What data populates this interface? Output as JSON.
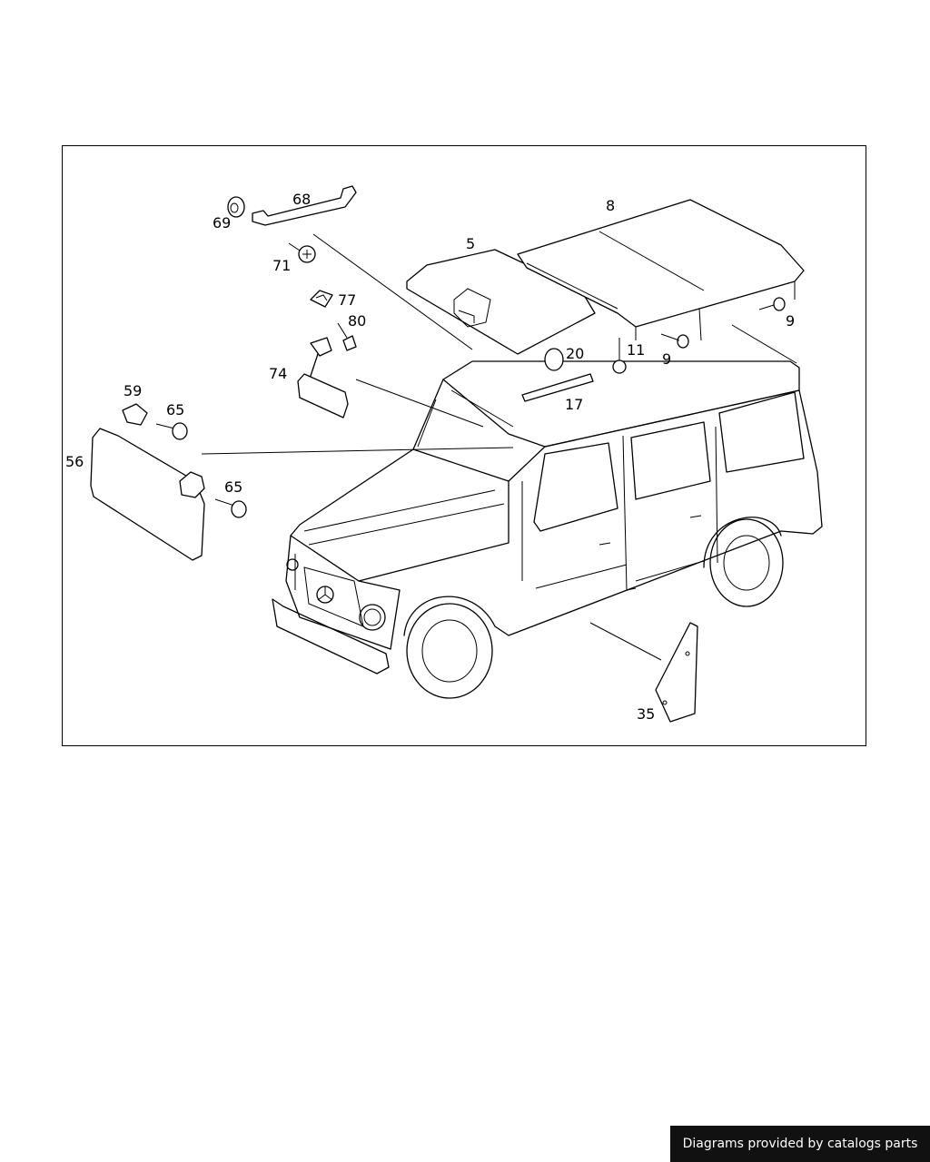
{
  "diagram": {
    "callouts": [
      {
        "id": "68",
        "text": "68"
      },
      {
        "id": "69",
        "text": "69"
      },
      {
        "id": "71",
        "text": "71"
      },
      {
        "id": "77",
        "text": "77"
      },
      {
        "id": "80",
        "text": "80"
      },
      {
        "id": "74",
        "text": "74"
      },
      {
        "id": "59",
        "text": "59"
      },
      {
        "id": "65a",
        "text": "65"
      },
      {
        "id": "56",
        "text": "56"
      },
      {
        "id": "65b",
        "text": "65"
      },
      {
        "id": "5",
        "text": "5"
      },
      {
        "id": "8",
        "text": "8"
      },
      {
        "id": "9a",
        "text": "9"
      },
      {
        "id": "20",
        "text": "20"
      },
      {
        "id": "11",
        "text": "11"
      },
      {
        "id": "9b",
        "text": "9"
      },
      {
        "id": "17",
        "text": "17"
      },
      {
        "id": "35",
        "text": "35"
      }
    ]
  },
  "footer": {
    "watermark_text": "Diagrams provided by catalogs parts"
  }
}
